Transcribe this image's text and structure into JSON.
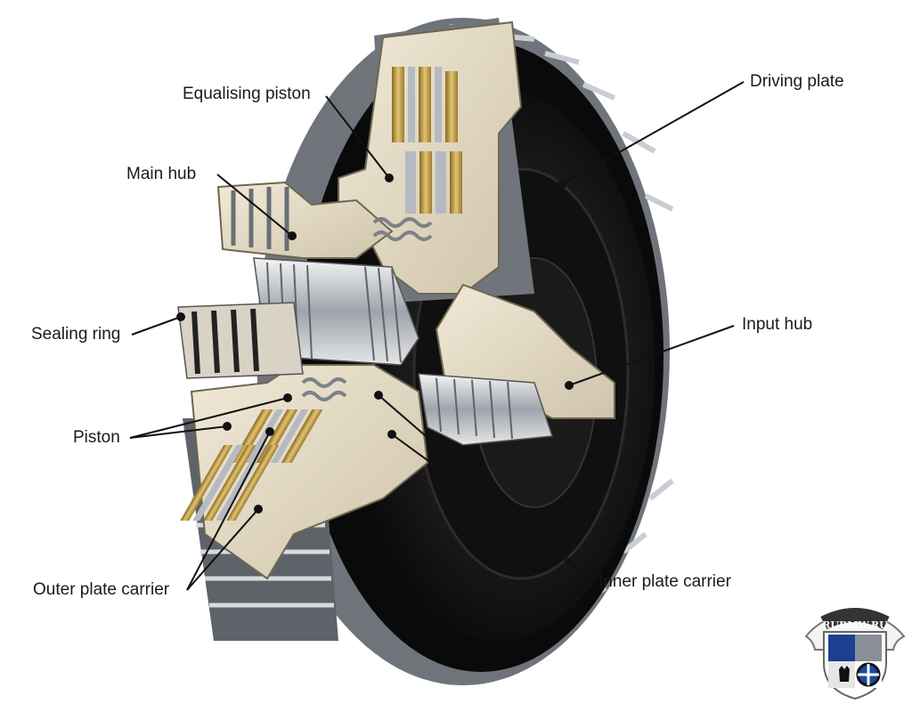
{
  "labels": {
    "equalising_piston": "Equalising piston",
    "main_hub": "Main hub",
    "sealing_ring": "Sealing ring",
    "piston": "Piston",
    "outer_plate_carrier": "Outer plate carrier",
    "driving_plate": "Driving plate",
    "input_hub": "Input hub",
    "inner_plate_carrier": "Inner plate carrier"
  },
  "watermark": {
    "text": "RUBMW.RU"
  },
  "colors": {
    "drum": "#151515",
    "metal_light": "#e9e0cc",
    "metal_shadow": "#b9ae96",
    "friction_gold": "#c8a24a",
    "steel_grey": "#9aa0a8",
    "leader": "#111111"
  }
}
